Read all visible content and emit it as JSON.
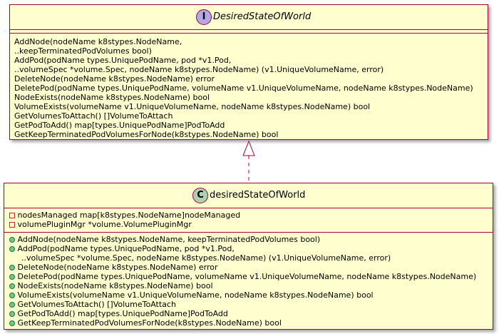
{
  "interface": {
    "stereotype_letter": "I",
    "stereotype_color": "#b4a7e5",
    "name": "DesiredStateOfWorld",
    "methods": [
      "AddNode(nodeName k8stypes.NodeName,",
      "..keepTerminatedPodVolumes bool)",
      "AddPod(podName types.UniquePodName, pod *v1.Pod,",
      "..volumeSpec *volume.Spec, nodeName k8stypes.NodeName) (v1.UniqueVolumeName, error)",
      "DeleteNode(nodeName k8stypes.NodeName) error",
      "DeletePod(podName types.UniquePodName, volumeName v1.UniqueVolumeName, nodeName k8stypes.NodeName)",
      "NodeExists(nodeName k8stypes.NodeName) bool",
      "VolumeExists(volumeName v1.UniqueVolumeName, nodeName k8stypes.NodeName) bool",
      "GetVolumesToAttach() []VolumeToAttach",
      "GetPodToAdd() map[types.UniquePodName]PodToAdd",
      "GetKeepTerminatedPodVolumesForNode(k8stypes.NodeName) bool"
    ]
  },
  "class": {
    "stereotype_letter": "C",
    "stereotype_color": "#add1b2",
    "name": "desiredStateOfWorld",
    "fields": [
      "nodesManaged map[k8stypes.NodeName]nodeManaged",
      "volumePluginMgr *volume.VolumePluginMgr"
    ],
    "methods": [
      "AddNode(nodeName k8stypes.NodeName, keepTerminatedPodVolumes bool)",
      "AddPod(podName types.UniquePodName, pod *v1.Pod,",
      "..volumeSpec *volume.Spec, nodeName k8stypes.NodeName) (v1.UniqueVolumeName, error)",
      "DeleteNode(nodeName k8stypes.NodeName) error",
      "DeletePod(podName types.UniquePodName, volumeName v1.UniqueVolumeName, nodeName k8stypes.NodeName)",
      "NodeExists(nodeName k8stypes.NodeName) bool",
      "VolumeExists(volumeName v1.UniqueVolumeName, nodeName k8stypes.NodeName) bool",
      "GetVolumesToAttach() []VolumeToAttach",
      "GetPodToAdd() map[types.UniquePodName]PodToAdd",
      "GetKeepTerminatedPodVolumesForNode(k8stypes.NodeName) bool"
    ]
  },
  "relation": {
    "type": "realization",
    "from": "desiredStateOfWorld",
    "to": "DesiredStateOfWorld"
  }
}
